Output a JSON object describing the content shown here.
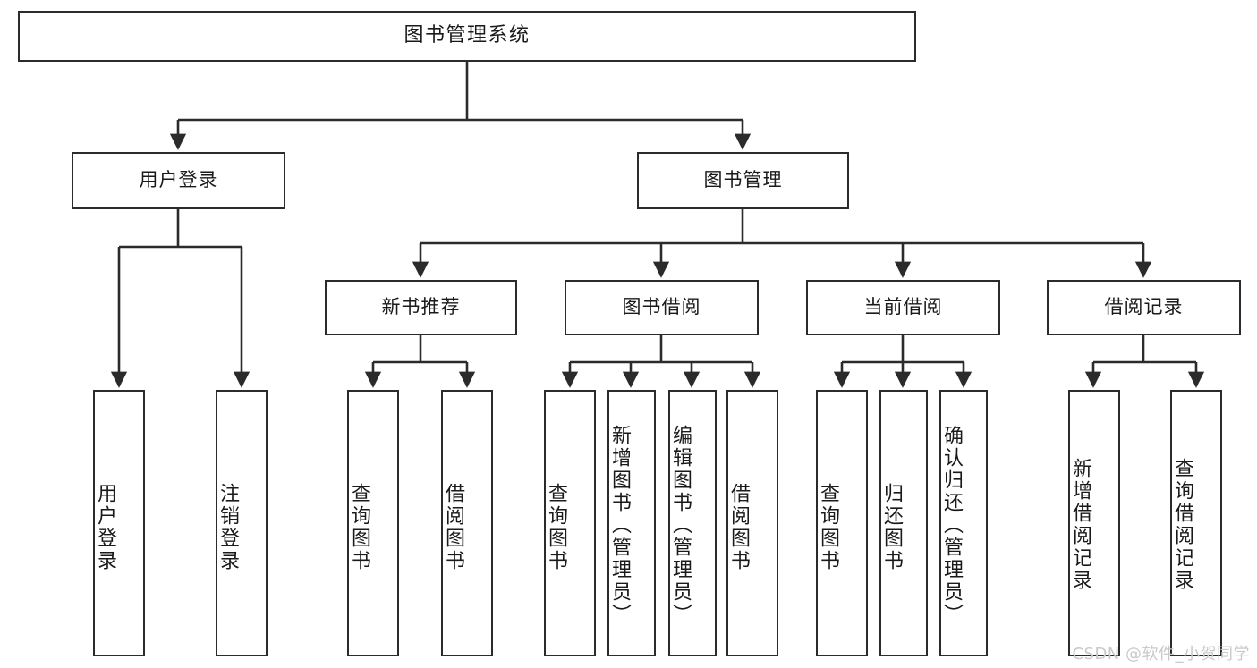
{
  "diagram": {
    "title": "图书管理系统",
    "type": "hierarchy-tree",
    "root": {
      "label": "图书管理系统"
    },
    "level2": [
      {
        "label": "用户登录"
      },
      {
        "label": "图书管理"
      }
    ],
    "level3": [
      {
        "label": "新书推荐"
      },
      {
        "label": "图书借阅"
      },
      {
        "label": "当前借阅"
      },
      {
        "label": "借阅记录"
      }
    ],
    "leaves": {
      "user_login": [
        {
          "label": "用户登录"
        },
        {
          "label": "注销登录"
        }
      ],
      "new_book_recommend": [
        {
          "label": "查询图书"
        },
        {
          "label": "借阅图书"
        }
      ],
      "book_borrow": [
        {
          "label": "查询图书"
        },
        {
          "label": "新增图书（管理员）"
        },
        {
          "label": "编辑图书（管理员）"
        },
        {
          "label": "借阅图书"
        }
      ],
      "current_borrow": [
        {
          "label": "查询图书"
        },
        {
          "label": "归还图书"
        },
        {
          "label": "确认归还（管理员）"
        }
      ],
      "borrow_record": [
        {
          "label": "新增借阅记录"
        },
        {
          "label": "查询借阅记录"
        }
      ]
    }
  },
  "watermark": {
    "text": "CSDN @软件_小贺同学"
  },
  "colors": {
    "stroke": "#2b2b2b",
    "fill": "#ffffff",
    "text": "#1a1a1a",
    "watermark": "#c9c9c9"
  }
}
